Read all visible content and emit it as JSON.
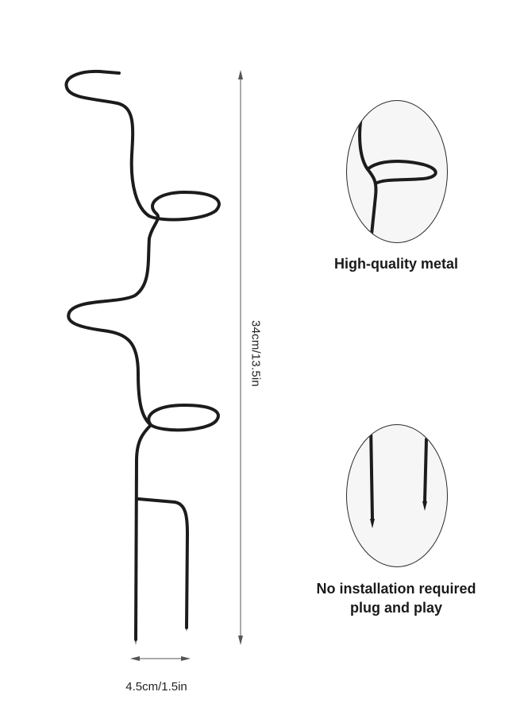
{
  "product": {
    "height_label": "34cm/13.5in",
    "width_label": "4.5cm/1.5in"
  },
  "features": [
    {
      "caption_lines": [
        "High-quality metal"
      ],
      "icon": "ring-closeup"
    },
    {
      "caption_lines": [
        "No installation required",
        "plug and play"
      ],
      "icon": "prongs-closeup"
    }
  ],
  "colors": {
    "metal": "#1c1c1c",
    "background": "#ffffff",
    "oval_background": "#f6f6f6"
  }
}
